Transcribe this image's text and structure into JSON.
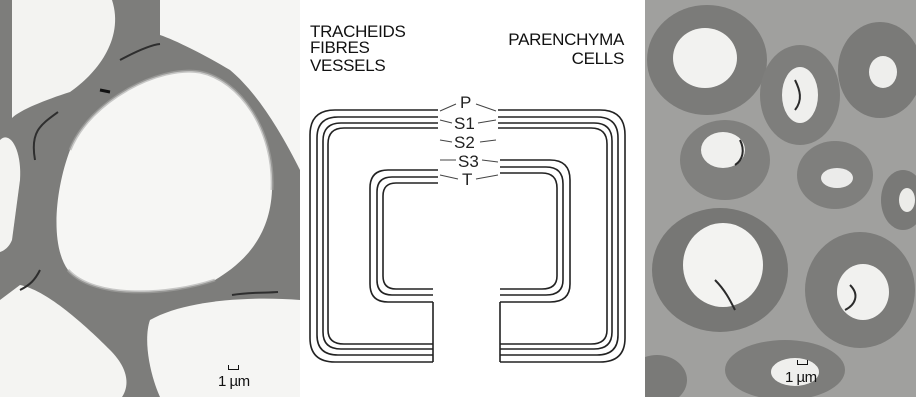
{
  "left_micrograph": {
    "description_tag": "tracheid-cross-section-micrograph",
    "scale_bar_label": "1 µm"
  },
  "diagram": {
    "heading_left": [
      "TRACHEIDS",
      "FIBRES",
      "VESSELS"
    ],
    "heading_right": [
      "PARENCHYMA",
      "CELLS"
    ],
    "layers": [
      "P",
      "S1",
      "S2",
      "S3",
      "T"
    ]
  },
  "right_micrograph": {
    "description_tag": "parenchyma-cross-section-micrograph",
    "scale_bar_label": "1 µm"
  },
  "colors": {
    "lumen": "#f4f4f2",
    "cell_wall_dark": "#5f5f5f",
    "cell_wall_mid": "#8c8c8a",
    "middle_lamella": "#2e2e2e",
    "diagram_line": "#222222"
  }
}
